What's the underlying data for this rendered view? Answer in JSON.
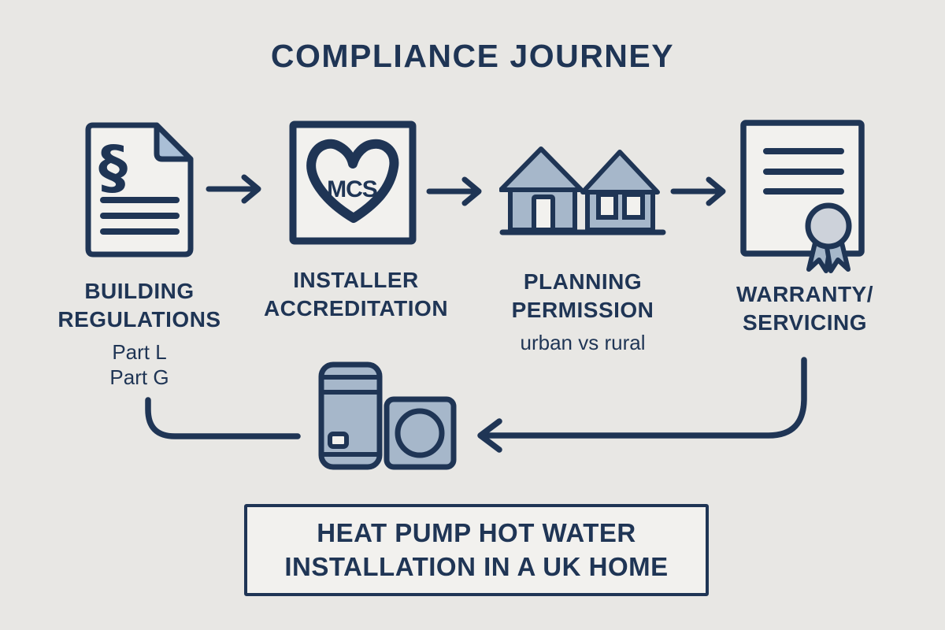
{
  "title": "COMPLIANCE JOURNEY",
  "colors": {
    "navy": "#1f3555",
    "background": "#e8e7e4",
    "paper": "#f2f1ee",
    "steel_blue": "#a6b7ca",
    "fold_blue": "#aabfd6",
    "seal_gray": "#cdd2da"
  },
  "steps": [
    {
      "icon": "document-regulations-icon",
      "icon_glyph": "§",
      "title_lines": [
        "BUILDING",
        "REGULATIONS"
      ],
      "sub_lines": [
        "Part L",
        "Part G"
      ]
    },
    {
      "icon": "mcs-accreditation-icon",
      "icon_text": "MCS",
      "title_lines": [
        "INSTALLER",
        "ACCREDITATION"
      ],
      "sub_lines": []
    },
    {
      "icon": "houses-icon",
      "title_lines": [
        "PLANNING",
        "PERMISSION"
      ],
      "sub_lines": [
        "urban vs rural"
      ]
    },
    {
      "icon": "warranty-certificate-icon",
      "title_lines": [
        "WARRANTY/",
        "SERVICING"
      ],
      "sub_lines": []
    }
  ],
  "center_icon": "heat-pump-and-cylinder-icon",
  "connectors": [
    "arrow-right",
    "arrow-right",
    "arrow-right",
    "curve-from-part-g",
    "return-arrow-left"
  ],
  "result_box": {
    "lines": [
      "HEAT PUMP HOT WATER",
      "INSTALLATION IN A UK HOME"
    ]
  }
}
